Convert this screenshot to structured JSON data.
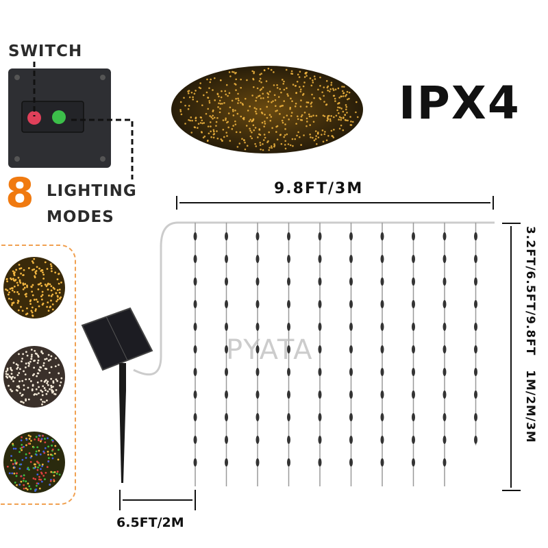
{
  "switch_label": "SWITCH",
  "modes": {
    "count": "8",
    "line1": "LIGHTING",
    "line2": "MODES"
  },
  "rating": "IPX4",
  "dimensions": {
    "width": "9.8FT/3M",
    "height": "3.2FT/6.5FT/9.8FT   1M/2M/3M",
    "cable": "6.5FT/2M"
  },
  "watermark": "PYATA",
  "strand_count": 10,
  "colors": {
    "accent": "#f07a10",
    "warm_light": "#f2b640",
    "switch_red": "#e0405a",
    "mode_green": "#3cbf4a"
  }
}
